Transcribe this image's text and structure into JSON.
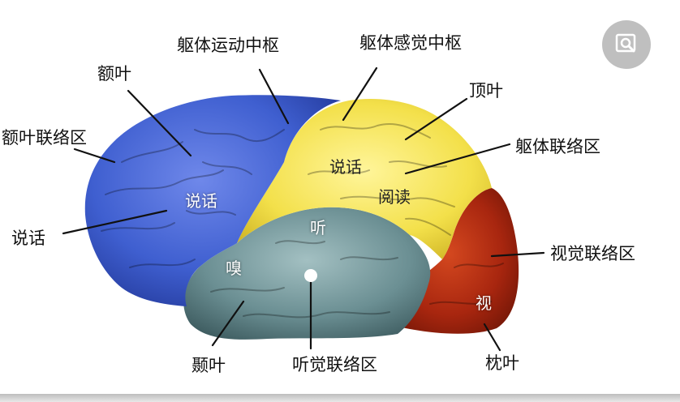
{
  "labels": {
    "frontal_lobe": "额叶",
    "motor_cortex": "躯体运动中枢",
    "somatosensory_cortex": "躯体感觉中枢",
    "parietal_lobe": "顶叶",
    "prefrontal_association": "额叶联络区",
    "somatic_association": "躯体联络区",
    "speech_left": "说话",
    "speech_inner_frontal": "说话",
    "speech_inner_parietal": "说话",
    "reading": "阅读",
    "hearing": "听",
    "smell": "嗅",
    "vision": "视",
    "visual_association": "视觉联络区",
    "temporal_lobe": "颞叶",
    "auditory_association": "听觉联络区",
    "occipital_lobe": "枕叶"
  },
  "colors": {
    "frontal": "#3f5fd0",
    "parietal": "#f3e04a",
    "temporal": "#6b8f93",
    "occipital": "#a8260f",
    "leader": "#111111"
  },
  "icons": {
    "zoom": "zoom-icon"
  }
}
